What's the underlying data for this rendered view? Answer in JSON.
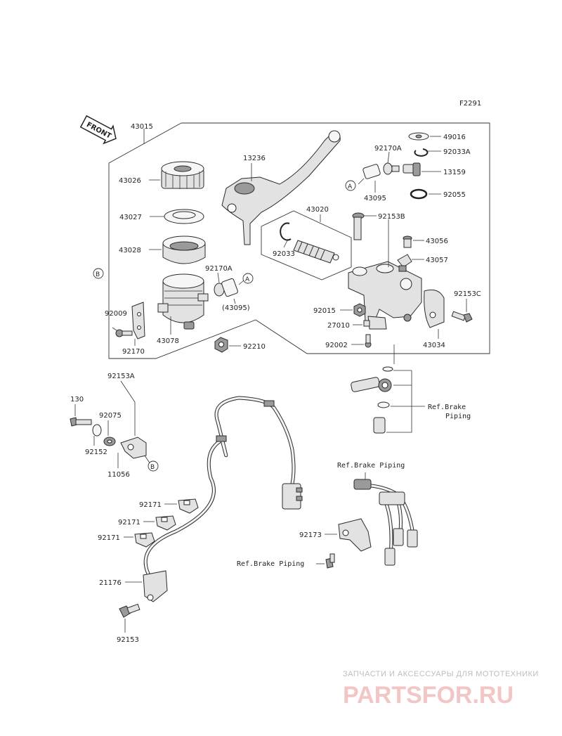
{
  "figure_code": "F2291",
  "front_arrow": "FRONT",
  "callouts": {
    "a": "A",
    "b": "B"
  },
  "labels": {
    "p49016": "49016",
    "p92033A": "92033A",
    "p92170A_top": "92170A",
    "p13159": "13159",
    "p43095_top": "43095",
    "p92055": "92055",
    "p43015": "43015",
    "p13236": "13236",
    "p43026": "43026",
    "p43027": "43027",
    "p43028": "43028",
    "p43020": "43020",
    "p92153B": "92153B",
    "p92033": "92033",
    "p43056": "43056",
    "p43057": "43057",
    "p92170A_mid": "92170A",
    "p43095_paren": "(43095)",
    "p92153C": "92153C",
    "p92009": "92009",
    "p92015": "92015",
    "p43078": "43078",
    "p27010": "27010",
    "p43034": "43034",
    "p92170": "92170",
    "p92210": "92210",
    "p92002": "92002",
    "p92153A": "92153A",
    "p130": "130",
    "p92075": "92075",
    "p92152": "92152",
    "p11056": "11056",
    "p92171_1": "92171",
    "p92171_2": "92171",
    "p92171_3": "92171",
    "p92173": "92173",
    "p21176": "21176",
    "p92153": "92153"
  },
  "ref_labels": {
    "brake_piping_right_1": "Ref.Brake",
    "brake_piping_right_2": "Piping",
    "brake_piping_mid": "Ref.Brake Piping",
    "brake_piping_left": "Ref.Brake Piping"
  },
  "watermark": {
    "top": "ЗАПЧАСТИ И АКСЕССУАРЫ ДЛЯ МОТОТЕХНИКИ",
    "main": "PARTSFOR.RU"
  },
  "colors": {
    "line": "#2a2a2a",
    "watermark_text": "#bdbdbd",
    "watermark_brand": "#f3c6c6"
  }
}
